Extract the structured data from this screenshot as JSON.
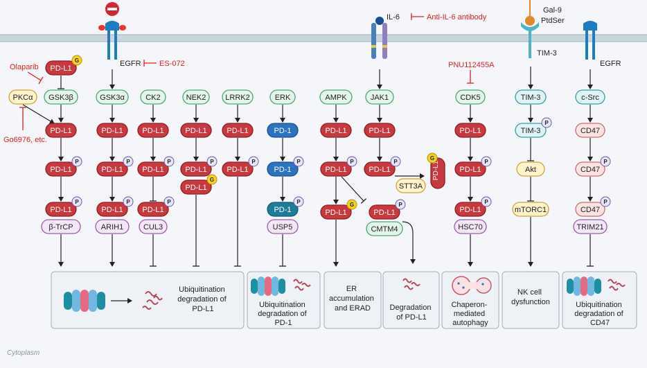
{
  "colors": {
    "red_fill": "#c8393f",
    "red_stroke": "#8e1f24",
    "blue_fill": "#2c73c2",
    "teal_fill": "#1d7d99",
    "green_fill": "#e4f4ea",
    "green_stroke": "#4ea66f",
    "purple_fill": "#f3e6f6",
    "purple_stroke": "#9a5ca8",
    "yellow_fill": "#fdf3cc",
    "yellow_stroke": "#c9a53a",
    "teal_light": "#dff3f5",
    "teal_stroke": "#3a9aa5",
    "pink_fill": "#fce3e3",
    "pink_stroke": "#cc6b6b",
    "inhibitor": "#e02020",
    "membrane": "#c9d6de",
    "g_badge": "#f7d31c",
    "p_badge_fill": "#e7e4f6",
    "p_badge_stroke": "#6a5ca8"
  },
  "labels": {
    "cytoplasm": "Cytoplasm",
    "egfr": "EGFR",
    "il6": "IL-6",
    "anti_il6": "Anti-IL-6 antibody",
    "es072": "ES-072",
    "gal9": "Gal-9",
    "ptdser": "PtdSer",
    "tim3_receptor": "TIM-3",
    "olaparib": "Olaparib",
    "go6976": "Go6976, etc.",
    "pnu": "PNU112455A",
    "g": "G",
    "p": "P"
  },
  "nodes": {
    "pdl1": "PD-L1",
    "pd1": "PD-1",
    "gsk3b": "GSK3β",
    "pkca": "PKCα",
    "gsk3a": "GSK3α",
    "ck2": "CK2",
    "nek2": "NEK2",
    "lrrk2": "LRRK2",
    "erk": "ERK",
    "ampk": "AMPK",
    "jak1": "JAK1",
    "cdk5": "CDK5",
    "tim3": "TIM-3",
    "csrc": "c-Src",
    "cd47": "CD47",
    "btrcp": "β-TrCP",
    "arih1": "ARIH1",
    "cul3": "CUL3",
    "usp5": "USP5",
    "cmtm4": "CMTM4",
    "stt3a": "STT3A",
    "hsc70": "HSC70",
    "akt": "Akt",
    "mtorc1": "mTORC1",
    "trim21": "TRIM21"
  },
  "outcomes": {
    "ubq_pdl1": [
      "Ubiquitination",
      "degradation of",
      "PD-L1"
    ],
    "ubq_pd1": [
      "Ubiquitination",
      "degradation of",
      "PD-1"
    ],
    "er": [
      "ER",
      "accumulation",
      "and ERAD"
    ],
    "deg_pdl1": [
      "Degradation",
      "of PD-L1"
    ],
    "cma": [
      "Chaperon-",
      "mediated",
      "autophagy"
    ],
    "nk": [
      "NK cell",
      "dysfunction"
    ],
    "ubq_cd47": [
      "Ubiquitination",
      "degradation of",
      "CD47"
    ]
  }
}
